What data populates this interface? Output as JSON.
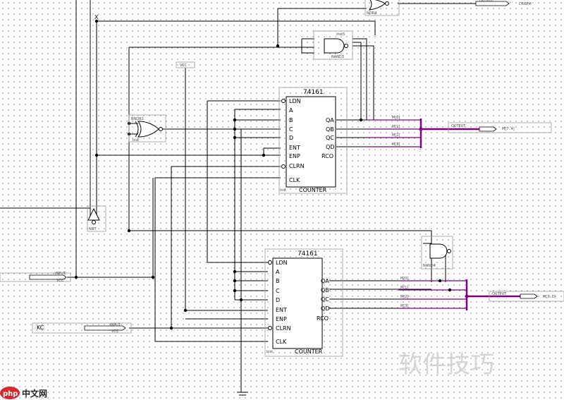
{
  "counter1": {
    "part": "74161",
    "type": "COUNTER",
    "inst": "inst",
    "inputs": [
      "LDN",
      "A",
      "B",
      "C",
      "D",
      "ENT",
      "ENP",
      "CLRN",
      "CLK"
    ],
    "outputs": [
      "QA",
      "QB",
      "QC",
      "QD",
      "RCO"
    ]
  },
  "counter2": {
    "part": "74161",
    "type": "COUNTER",
    "inst": "inst",
    "inputs": [
      "LDN",
      "A",
      "B",
      "C",
      "D",
      "ENT",
      "ENP",
      "CLRN",
      "CLK"
    ],
    "outputs": [
      "QA",
      "QB",
      "QC",
      "QD",
      "RCO"
    ]
  },
  "vcc_label": "VCC",
  "gnd_label": "",
  "gates": {
    "nor_top": "NOR4",
    "nand_top": "NAND3",
    "nand_top_sub": "inst5",
    "xnor": "BNOR2",
    "xnor_sub": "inst",
    "not_gate": "NOT",
    "not_sub": "inst",
    "nand_right": "NAND4",
    "nand_right_sub": "inst"
  },
  "x_label": "X",
  "bus_nets_top": [
    "M[0]",
    "M[1]",
    "M[2]",
    "M[3]"
  ],
  "bus_nets_bottom": [
    "M[0]",
    "M[1]",
    "M[2]",
    "M[3]"
  ],
  "ports": {
    "top_out": {
      "type": "OUTPUT",
      "name": "CR60M"
    },
    "mid_out": {
      "type": "OUTPUT",
      "name": "M[7..4]"
    },
    "bot_out": {
      "type": "OUTPUT",
      "name": "M[3..0]"
    },
    "in1": {
      "type": "INPUT",
      "name": "VCC"
    },
    "in2": {
      "type": "INPUT",
      "name": "VCC",
      "signal": "KC"
    }
  },
  "watermark": {
    "logo": "php",
    "logo_cn": "中文网",
    "text": "软件技巧"
  }
}
